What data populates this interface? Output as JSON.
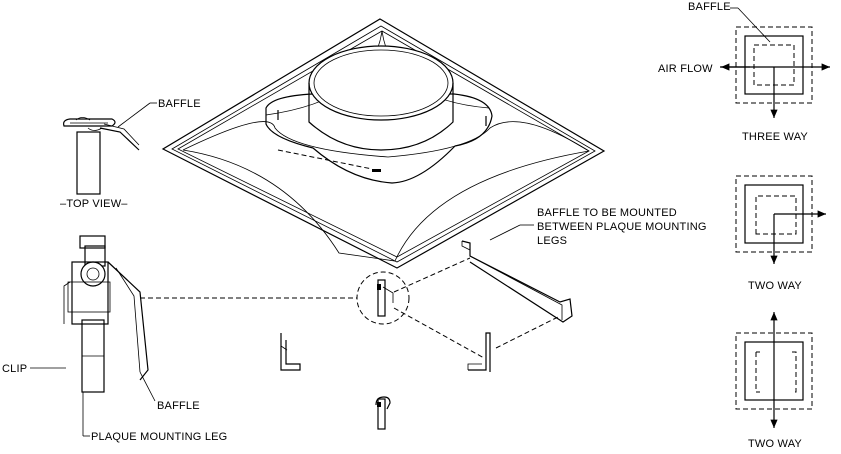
{
  "labels": {
    "baffle_top_view": "BAFFLE",
    "top_view": "–TOP VIEW–",
    "baffle_mount_line1": "BAFFLE TO BE MOUNTED",
    "baffle_mount_line2": "BETWEEN PLAQUE MOUNTING",
    "baffle_mount_line3": "LEGS",
    "clip": "CLIP",
    "baffle_side": "BAFFLE",
    "plaque_mounting_leg": "PLAQUE MOUNTING LEG"
  },
  "patterns": {
    "baffle_label": "BAFFLE",
    "air_flow": "AIR FLOW",
    "three_way": "THREE WAY",
    "two_way_1": "TWO WAY",
    "two_way_2": "TWO WAY"
  }
}
